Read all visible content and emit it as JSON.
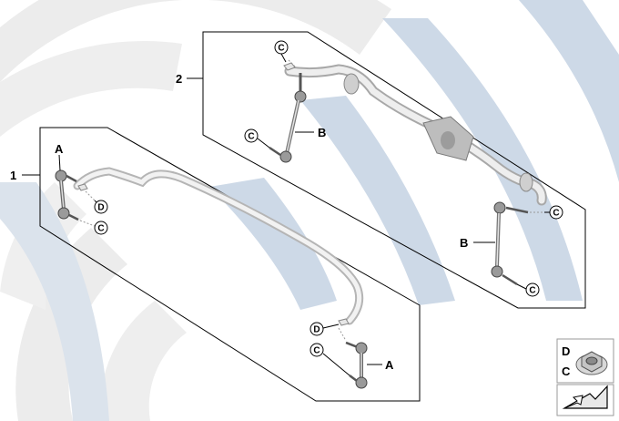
{
  "diagram": {
    "kit_numbers": {
      "kit1": "1",
      "kit2": "2"
    },
    "letters": {
      "a": "A",
      "b": "B",
      "c": "C",
      "d": "D"
    },
    "legend": {
      "top_letter": "D",
      "bottom_letter": "C",
      "icon": "flange-nut-icon",
      "nav_icon": "arrow-icon"
    },
    "colors": {
      "watermark_blue": "#c9d7e6",
      "watermark_grey": "#e9e9e9",
      "outline": "#000000",
      "part_grey": "#d6d6d6"
    }
  }
}
